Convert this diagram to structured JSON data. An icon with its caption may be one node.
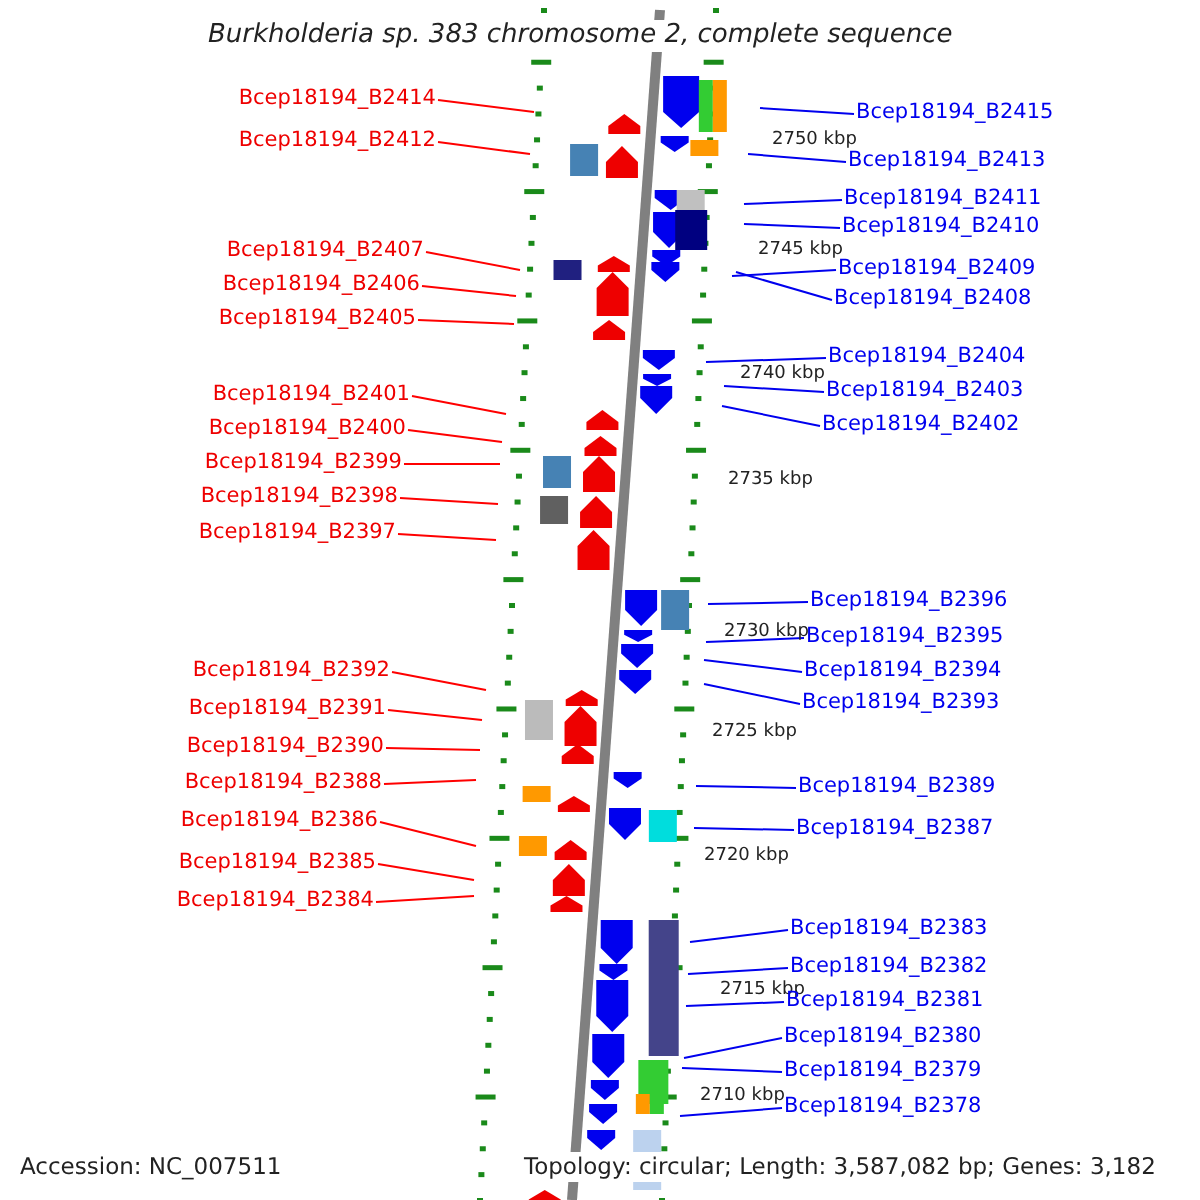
{
  "diagram": {
    "title": "Burkholderia sp. 383 chromosome 2, complete sequence",
    "nodes": [
      {
        "text": [
          "Bcep18194_B2414"
        ]
      },
      {
        "text": [
          "Bcep18194_B2412"
        ]
      },
      {
        "text": [
          "Bcep18194_B2407"
        ]
      },
      {
        "text": [
          "Bcep18194_B2406"
        ]
      },
      {
        "text": [
          "Bcep18194_B2405"
        ]
      },
      {
        "text": [
          "Bcep18194_B2401"
        ]
      },
      {
        "text": [
          "Bcep18194_B2400"
        ]
      },
      {
        "text": [
          "Bcep18194_B2399"
        ]
      },
      {
        "text": [
          "Bcep18194_B2398"
        ]
      },
      {
        "text": [
          "Bcep18194_B2397"
        ]
      },
      {
        "text": [
          "Bcep18194_B2392"
        ]
      },
      {
        "text": [
          "Bcep18194_B2391"
        ]
      },
      {
        "text": [
          "Bcep18194_B2390"
        ]
      },
      {
        "text": [
          "Bcep18194_B2388"
        ]
      },
      {
        "text": [
          "Bcep18194_B2386"
        ]
      },
      {
        "text": [
          "Bcep18194_B2385"
        ]
      },
      {
        "text": [
          "Bcep18194_B2384"
        ]
      },
      {
        "text": [
          "Bcep18194_B2415"
        ]
      },
      {
        "text": [
          "Bcep18194_B2413"
        ]
      },
      {
        "text": [
          "Bcep18194_B2411"
        ]
      },
      {
        "text": [
          "Bcep18194_B2410"
        ]
      },
      {
        "text": [
          "Bcep18194_B2409"
        ]
      },
      {
        "text": [
          "Bcep18194_B2408"
        ]
      },
      {
        "text": [
          "Bcep18194_B2404"
        ]
      },
      {
        "text": [
          "Bcep18194_B2403"
        ]
      },
      {
        "text": [
          "Bcep18194_B2402"
        ]
      },
      {
        "text": [
          "Bcep18194_B2396"
        ]
      },
      {
        "text": [
          "Bcep18194_B2395"
        ]
      },
      {
        "text": [
          "Bcep18194_B2394"
        ]
      },
      {
        "text": [
          "Bcep18194_B2393"
        ]
      },
      {
        "text": [
          "Bcep18194_B2389"
        ]
      },
      {
        "text": [
          "Bcep18194_B2387"
        ]
      },
      {
        "text": [
          "Bcep18194_B2383"
        ]
      },
      {
        "text": [
          "Bcep18194_B2382"
        ]
      },
      {
        "text": [
          "Bcep18194_B2381"
        ]
      },
      {
        "text": [
          "Bcep18194_B2380"
        ]
      },
      {
        "text": [
          "Bcep18194_B2379"
        ]
      },
      {
        "text": [
          "Bcep18194_B2378"
        ]
      }
    ],
    "edges": [
      {
        "from": 0,
        "to": null,
        "arrow": "none",
        "color": "#ff0000"
      },
      {
        "from": 1,
        "to": null,
        "arrow": "none",
        "color": "#ff0000"
      },
      {
        "from": 2,
        "to": null,
        "arrow": "none",
        "color": "#ff0000"
      },
      {
        "from": 3,
        "to": null,
        "arrow": "none",
        "color": "#ff0000"
      },
      {
        "from": 4,
        "to": null,
        "arrow": "none",
        "color": "#ff0000"
      },
      {
        "from": 5,
        "to": null,
        "arrow": "none",
        "color": "#ff0000"
      },
      {
        "from": 6,
        "to": null,
        "arrow": "none",
        "color": "#ff0000"
      },
      {
        "from": 7,
        "to": null,
        "arrow": "none",
        "color": "#ff0000"
      },
      {
        "from": 8,
        "to": null,
        "arrow": "none",
        "color": "#ff0000"
      },
      {
        "from": 9,
        "to": null,
        "arrow": "none",
        "color": "#ff0000"
      },
      {
        "from": 10,
        "to": null,
        "arrow": "none",
        "color": "#ff0000"
      },
      {
        "from": 11,
        "to": null,
        "arrow": "none",
        "color": "#ff0000"
      },
      {
        "from": 12,
        "to": null,
        "arrow": "none",
        "color": "#ff0000"
      },
      {
        "from": 13,
        "to": null,
        "arrow": "none",
        "color": "#ff0000"
      },
      {
        "from": 14,
        "to": null,
        "arrow": "none",
        "color": "#ff0000"
      },
      {
        "from": 15,
        "to": null,
        "arrow": "none",
        "color": "#ff0000"
      },
      {
        "from": 16,
        "to": null,
        "arrow": "none",
        "color": "#ff0000"
      },
      {
        "from": 17,
        "to": null,
        "arrow": "none"
      },
      {
        "from": 18,
        "to": null,
        "arrow": "none"
      },
      {
        "from": 19,
        "to": null,
        "arrow": "none"
      },
      {
        "from": 20,
        "to": null,
        "arrow": "none"
      },
      {
        "from": 21,
        "to": null,
        "arrow": "none"
      },
      {
        "from": 22,
        "to": null,
        "arrow": "none"
      },
      {
        "from": 23,
        "to": null,
        "arrow": "none"
      },
      {
        "from": 24,
        "to": null,
        "arrow": "none"
      },
      {
        "from": 25,
        "to": null,
        "arrow": "none"
      },
      {
        "from": 26,
        "to": null,
        "arrow": "none"
      },
      {
        "from": 27,
        "to": null,
        "arrow": "none"
      },
      {
        "from": 28,
        "to": null,
        "arrow": "none"
      },
      {
        "from": 29,
        "to": null,
        "arrow": "none"
      },
      {
        "from": 30,
        "to": null,
        "arrow": "none"
      },
      {
        "from": 31,
        "to": null,
        "arrow": "none"
      },
      {
        "from": 32,
        "to": null,
        "arrow": "none"
      },
      {
        "from": 33,
        "to": null,
        "arrow": "none"
      },
      {
        "from": 34,
        "to": null,
        "arrow": "none"
      },
      {
        "from": 35,
        "to": null,
        "arrow": "none"
      },
      {
        "from": 36,
        "to": null,
        "arrow": "none"
      },
      {
        "from": 37,
        "to": null,
        "arrow": "none"
      }
    ],
    "labels": [
      "2750 kbp",
      "2745 kbp",
      "2740 kbp",
      "2735 kbp",
      "2730 kbp",
      "2725 kbp",
      "2720 kbp",
      "2715 kbp",
      "2710 kbp",
      "Accession: NC_007511",
      "Topology: circular; Length: 3,587,082 bp; Genes: 3,182"
    ]
  }
}
